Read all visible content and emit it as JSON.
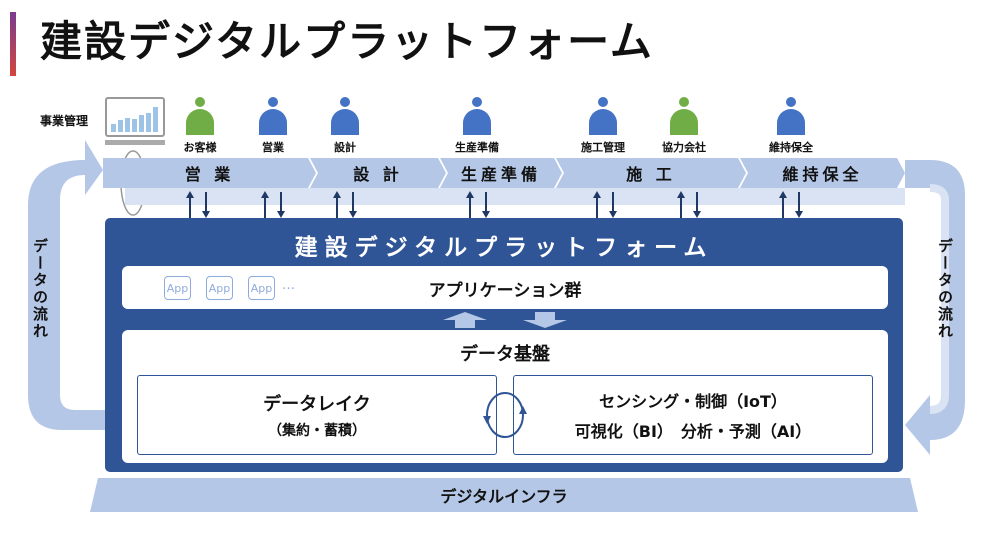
{
  "title": "建設デジタルプラットフォーム",
  "business_management": "事業管理",
  "actors": [
    {
      "label": "お客様",
      "color": "#70ad47"
    },
    {
      "label": "営業",
      "color": "#4472c4"
    },
    {
      "label": "設計",
      "color": "#4472c4"
    },
    {
      "label": "生産準備",
      "color": "#4472c4"
    },
    {
      "label": "施工管理",
      "color": "#4472c4"
    },
    {
      "label": "協力会社",
      "color": "#70ad47"
    },
    {
      "label": "維持保全",
      "color": "#4472c4"
    }
  ],
  "process": [
    "営 業",
    "設 計",
    "生産準備",
    "施 工",
    "維持保全"
  ],
  "platform": {
    "title": "建設デジタルプラットフォーム",
    "apps": [
      "App",
      "App",
      "App"
    ],
    "apps_more": "…",
    "applications": "アプリケーション群",
    "data_foundation": "データ基盤",
    "data_lake": "データレイク",
    "data_lake_sub": "（集約・蓄積）",
    "sensing": "センシング・制御（IoT）",
    "analytics": "可視化（BI）　分析・予測（AI）"
  },
  "infra": "デジタルインフラ",
  "data_flow_left": "データの流れ",
  "data_flow_right": "データの流れ",
  "colors": {
    "dark_blue": "#2f5597",
    "light_blue": "#b4c7e7",
    "pale_blue": "#dae3f3"
  }
}
